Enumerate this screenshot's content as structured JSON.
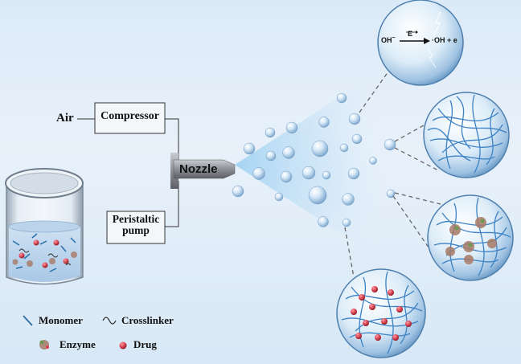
{
  "inputs": {
    "air": "Air",
    "compressor": "Compressor",
    "peristaltic_line1": "Peristaltic",
    "peristaltic_line2": "pump",
    "nozzle": "Nozzle"
  },
  "equation": {
    "left": "OH",
    "superscript": "−",
    "field": "E",
    "right": "·OH + e"
  },
  "legend": {
    "monomer": "Monomer",
    "crosslinker": "Crosslinker",
    "enzyme": "Enzyme",
    "drug": "Drug"
  },
  "colors": {
    "monomer": "#2a6fa8",
    "crosslinker": "#333333",
    "drug": "#d6424f",
    "network": "#3d82c4",
    "droplet": "#bcd8ef"
  }
}
